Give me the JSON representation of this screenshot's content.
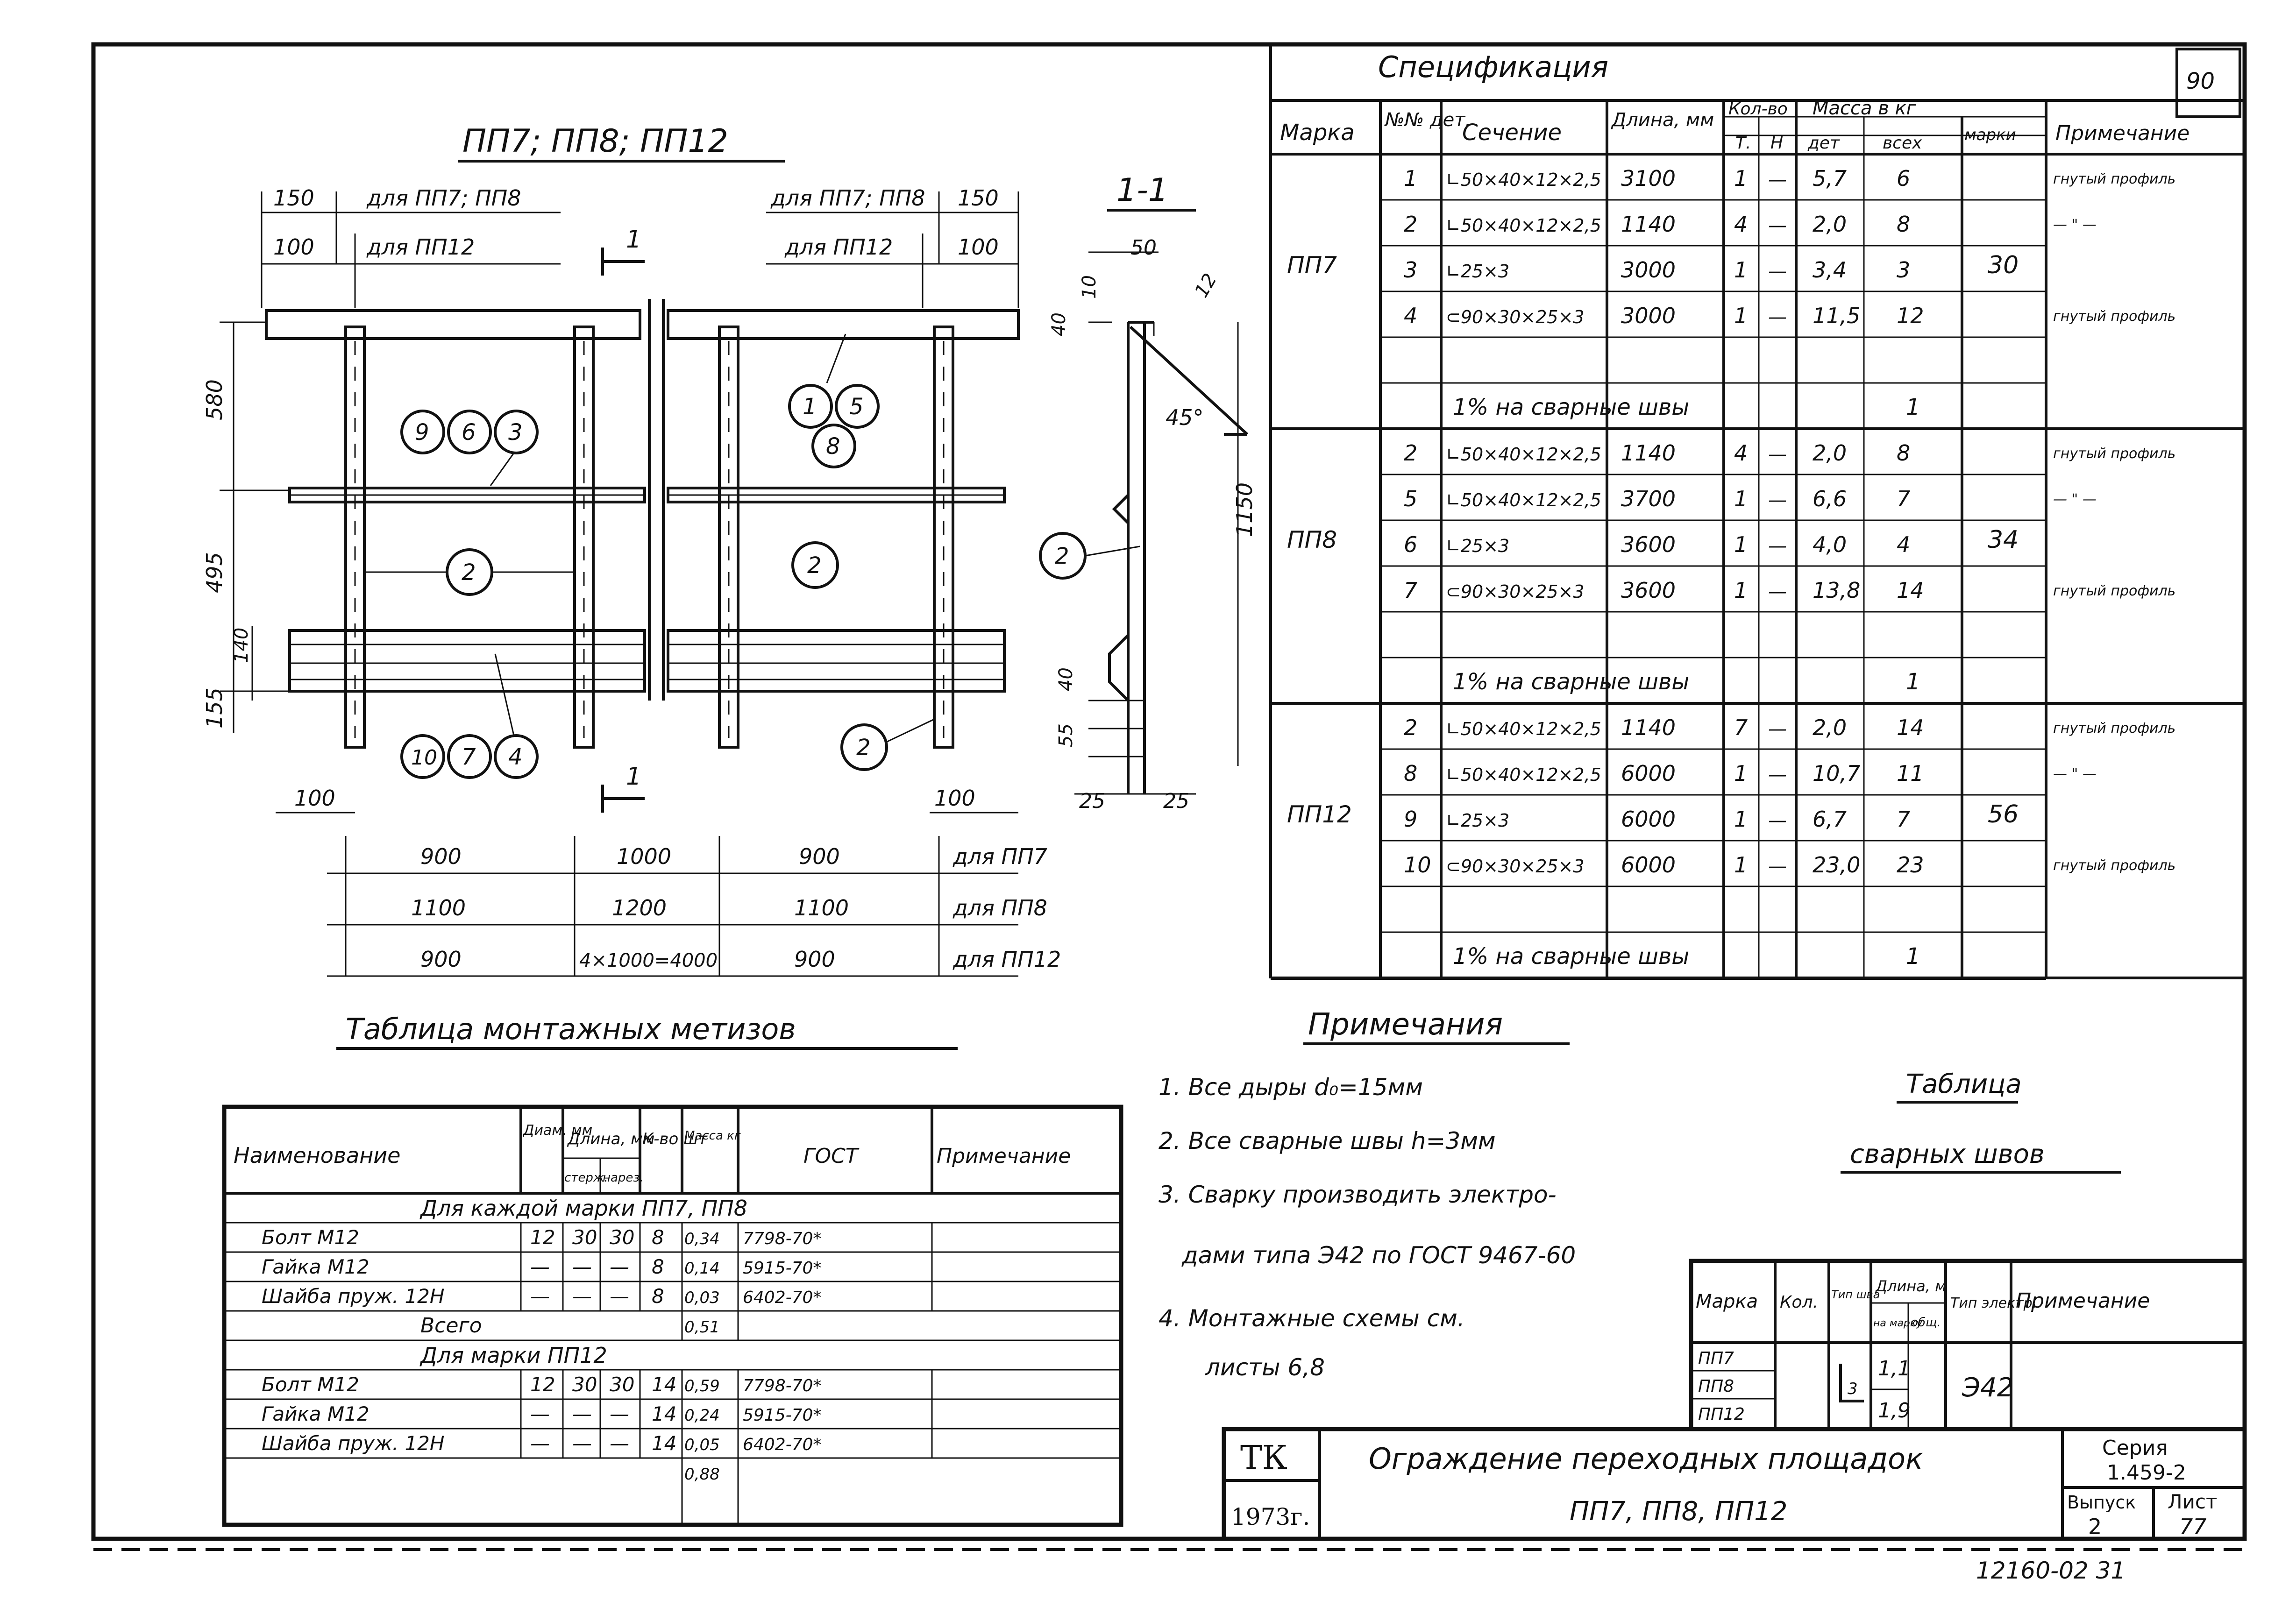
{
  "sheet_no_corner": "90",
  "main_drawing": {
    "title": "ПП7; ПП8; ПП12",
    "dims_left": {
      "d150": "150",
      "d100": "100",
      "for_pp7_pp8": "для ПП7; ПП8",
      "for_pp12": "для ПП12"
    },
    "dims_right": {
      "d150": "150",
      "d100": "100",
      "for_pp7_pp8": "для ПП7; ПП8",
      "for_pp12": "для ПП12"
    },
    "vert_dims": {
      "d580": "580",
      "d495": "495",
      "d140": "140",
      "d155": "155"
    },
    "bottom_dims": {
      "d100_left": "100",
      "d100_right": "100"
    },
    "section_mark": "1",
    "balloons": [
      "9",
      "6",
      "3",
      "1",
      "5",
      "8",
      "2",
      "2",
      "10",
      "7",
      "4",
      "2"
    ],
    "span_rows": [
      {
        "c1": "900",
        "c2": "1000",
        "c3": "900",
        "label": "для ПП7"
      },
      {
        "c1": "1100",
        "c2": "1200",
        "c3": "1100",
        "label": "для ПП8"
      },
      {
        "c1": "900",
        "c2": "4×1000=4000",
        "c3": "900",
        "label": "для ПП12"
      }
    ]
  },
  "section": {
    "title": "1-1",
    "d50": "50",
    "d10": "10",
    "d12": "12",
    "d40": "40",
    "angle": "45°",
    "d1150": "1150",
    "d55": "55",
    "d40b": "40",
    "d25a": "25",
    "d25b": "25",
    "balloon": "2"
  },
  "spec": {
    "title": "Спецификация",
    "headers": {
      "mark": "Марка",
      "det_no": "№№ дет.",
      "section": "Сечение",
      "length": "Длина, мм",
      "qty": "Кол-во",
      "qty_t": "Т.",
      "qty_n": "Н",
      "mass": "Масса в кг",
      "mass_det": "дет",
      "mass_all": "всех",
      "mass_mark": "марки",
      "note": "Примечание"
    },
    "groups": [
      {
        "mark": "ПП7",
        "mass": "30",
        "rows": [
          {
            "det": "1",
            "sec": "∟50×40×12×2,5",
            "len": "3100",
            "t": "1",
            "n": "—",
            "md": "5,7",
            "ma": "6",
            "note": "гнутый профиль"
          },
          {
            "det": "2",
            "sec": "∟50×40×12×2,5",
            "len": "1140",
            "t": "4",
            "n": "—",
            "md": "2,0",
            "ma": "8",
            "note": "— \" —"
          },
          {
            "det": "3",
            "sec": "∟25×3",
            "len": "3000",
            "t": "1",
            "n": "—",
            "md": "3,4",
            "ma": "3",
            "note": ""
          },
          {
            "det": "4",
            "sec": "⊂90×30×25×3",
            "len": "3000",
            "t": "1",
            "n": "—",
            "md": "11,5",
            "ma": "12",
            "note": "гнутый профиль"
          },
          {
            "det": "",
            "sec": "",
            "len": "",
            "t": "",
            "n": "",
            "md": "",
            "ma": "",
            "note": ""
          },
          {
            "weld": "1% на сварные швы",
            "ma": "1"
          }
        ]
      },
      {
        "mark": "ПП8",
        "mass": "34",
        "rows": [
          {
            "det": "2",
            "sec": "∟50×40×12×2,5",
            "len": "1140",
            "t": "4",
            "n": "—",
            "md": "2,0",
            "ma": "8",
            "note": "гнутый профиль"
          },
          {
            "det": "5",
            "sec": "∟50×40×12×2,5",
            "len": "3700",
            "t": "1",
            "n": "—",
            "md": "6,6",
            "ma": "7",
            "note": "— \" —"
          },
          {
            "det": "6",
            "sec": "∟25×3",
            "len": "3600",
            "t": "1",
            "n": "—",
            "md": "4,0",
            "ma": "4",
            "note": ""
          },
          {
            "det": "7",
            "sec": "⊂90×30×25×3",
            "len": "3600",
            "t": "1",
            "n": "—",
            "md": "13,8",
            "ma": "14",
            "note": "гнутый профиль"
          },
          {
            "det": "",
            "sec": "",
            "len": "",
            "t": "",
            "n": "",
            "md": "",
            "ma": "",
            "note": ""
          },
          {
            "weld": "1% на сварные швы",
            "ma": "1"
          }
        ]
      },
      {
        "mark": "ПП12",
        "mass": "56",
        "rows": [
          {
            "det": "2",
            "sec": "∟50×40×12×2,5",
            "len": "1140",
            "t": "7",
            "n": "—",
            "md": "2,0",
            "ma": "14",
            "note": "гнутый профиль"
          },
          {
            "det": "8",
            "sec": "∟50×40×12×2,5",
            "len": "6000",
            "t": "1",
            "n": "—",
            "md": "10,7",
            "ma": "11",
            "note": "— \" —"
          },
          {
            "det": "9",
            "sec": "∟25×3",
            "len": "6000",
            "t": "1",
            "n": "—",
            "md": "6,7",
            "ma": "7",
            "note": ""
          },
          {
            "det": "10",
            "sec": "⊂90×30×25×3",
            "len": "6000",
            "t": "1",
            "n": "—",
            "md": "23,0",
            "ma": "23",
            "note": "гнутый профиль"
          },
          {
            "det": "",
            "sec": "",
            "len": "",
            "t": "",
            "n": "",
            "md": "",
            "ma": "",
            "note": ""
          },
          {
            "weld": "1% на сварные швы",
            "ma": "1"
          }
        ]
      }
    ]
  },
  "hardware": {
    "title": "Таблица монтажных метизов",
    "headers": {
      "name": "Наименование",
      "diam": "Диам. мм",
      "length": "Длина, мм",
      "len_rod": "стерж.",
      "len_thread": "нарез.",
      "qty": "К-во шт",
      "mass": "Масса кг",
      "gost": "ГОСТ",
      "note": "Примечание"
    },
    "section1": "Для каждой марки ПП7, ПП8",
    "rows1": [
      {
        "name": "Болт М12",
        "d": "12",
        "l1": "30",
        "l2": "30",
        "q": "8",
        "m": "0,34",
        "g": "7798-70*"
      },
      {
        "name": "Гайка М12",
        "d": "—",
        "l1": "—",
        "l2": "—",
        "q": "8",
        "m": "0,14",
        "g": "5915-70*"
      },
      {
        "name": "Шайба пруж. 12Н",
        "d": "—",
        "l1": "—",
        "l2": "—",
        "q": "8",
        "m": "0,03",
        "g": "6402-70*"
      }
    ],
    "total1_label": "Всего",
    "total1": "0,51",
    "section2": "Для марки ПП12",
    "rows2": [
      {
        "name": "Болт М12",
        "d": "12",
        "l1": "30",
        "l2": "30",
        "q": "14",
        "m": "0,59",
        "g": "7798-70*"
      },
      {
        "name": "Гайка М12",
        "d": "—",
        "l1": "—",
        "l2": "—",
        "q": "14",
        "m": "0,24",
        "g": "5915-70*"
      },
      {
        "name": "Шайба пруж. 12Н",
        "d": "—",
        "l1": "—",
        "l2": "—",
        "q": "14",
        "m": "0,05",
        "g": "6402-70*"
      }
    ],
    "total2": "0,88"
  },
  "notes": {
    "title": "Примечания",
    "lines": [
      "1. Все дыры d₀=15мм",
      "2. Все сварные швы h=3мм",
      "3. Сварку производить электро-",
      "дами типа Э42 по ГОСТ 9467-60",
      "4. Монтажные схемы см.",
      "листы 6,8"
    ]
  },
  "welds": {
    "title1": "Таблица",
    "title2": "сварных швов",
    "headers": {
      "mark": "Марка",
      "qty": "Кол.",
      "type": "Тип шва",
      "len": "Длина, м",
      "len_mark": "на марку",
      "len_total": "общ.",
      "electrode": "Тип электр.",
      "note": "Примечание"
    },
    "marks": [
      "ПП7",
      "ПП8",
      "ПП12"
    ],
    "type_sym": "3",
    "len_vals": [
      "1,1",
      "1,9"
    ],
    "electrode": "Э42"
  },
  "title_block": {
    "org": "ТК",
    "year": "1973г.",
    "title": "Ограждение переходных площадок",
    "subtitle": "ПП7, ПП8, ПП12",
    "series_label": "Серия",
    "series": "1.459-2",
    "issue_label": "Выпуск",
    "issue": "2",
    "sheet_label": "Лист",
    "sheet": "77"
  },
  "archive_no": "12160-02 31"
}
